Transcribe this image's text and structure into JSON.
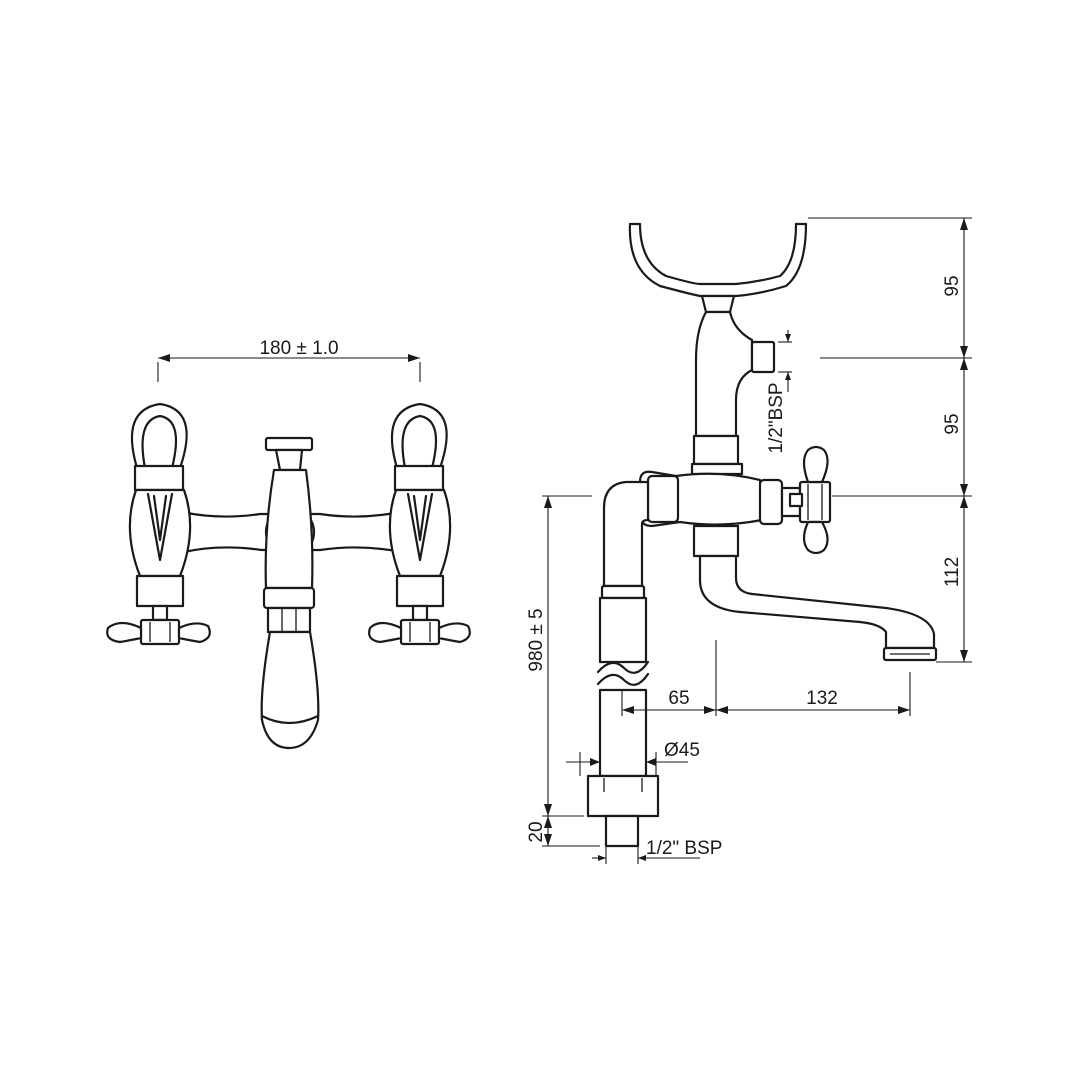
{
  "colors": {
    "line": "#1a1a1a",
    "background": "#ffffff"
  },
  "dimensions": {
    "width_between_handles": "180 ± 1.0",
    "riser_height": "980 ± 5",
    "cradle_height": "95",
    "outlet_to_inlet_height": "95",
    "inlet_to_spout_height": "112",
    "spout_offset_a": "65",
    "spout_offset_b": "132",
    "pipe_diameter": "Ø45",
    "floor_flange_height": "20",
    "shower_outlet_thread": "1/2\"BSP",
    "floor_inlet_thread": "1/2\" BSP"
  }
}
